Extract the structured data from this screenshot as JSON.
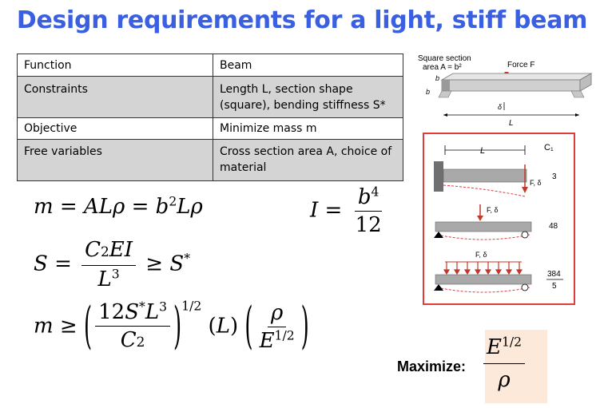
{
  "title": "Design requirements for a light, stiff beam",
  "table": {
    "rows": [
      {
        "label": "Function",
        "value": "Beam"
      },
      {
        "label": "Constraints",
        "value_line1": "Length L, section shape",
        "value_line2": "(square), bending stiffness S*"
      },
      {
        "label": "Objective",
        "value": "Minimize mass m"
      },
      {
        "label": "Free variables",
        "value_line1": "Cross section area A, choice of",
        "value_line2": "material"
      }
    ]
  },
  "equations": {
    "mass": "m = ALρ = b²Lρ",
    "inertia": "I = b⁴/12",
    "stiffness": "S = C₂EI/L³ ≥ S*",
    "mass_bound": "m ≥ (12S*L³/C₂)^(1/2) (L) (ρ/E^(1/2))"
  },
  "maximize": {
    "label": "Maximize:",
    "expression": "E^(1/2)/ρ"
  },
  "beam_diagram": {
    "square_section_label_1": "Square section",
    "square_section_label_2": "area A = b²",
    "force_label": "Force F",
    "b_label": "b",
    "delta_label": "δ",
    "length_label": "L"
  },
  "constants_diagram": {
    "header": "C₁",
    "length_label": "L",
    "cases": [
      {
        "load_label": "F, δ",
        "value": "3"
      },
      {
        "load_label": "F, δ",
        "value": "48"
      },
      {
        "load_label": "F, δ",
        "value_num": "384",
        "value_den": "5"
      }
    ],
    "border_color": "#e03c3c"
  }
}
